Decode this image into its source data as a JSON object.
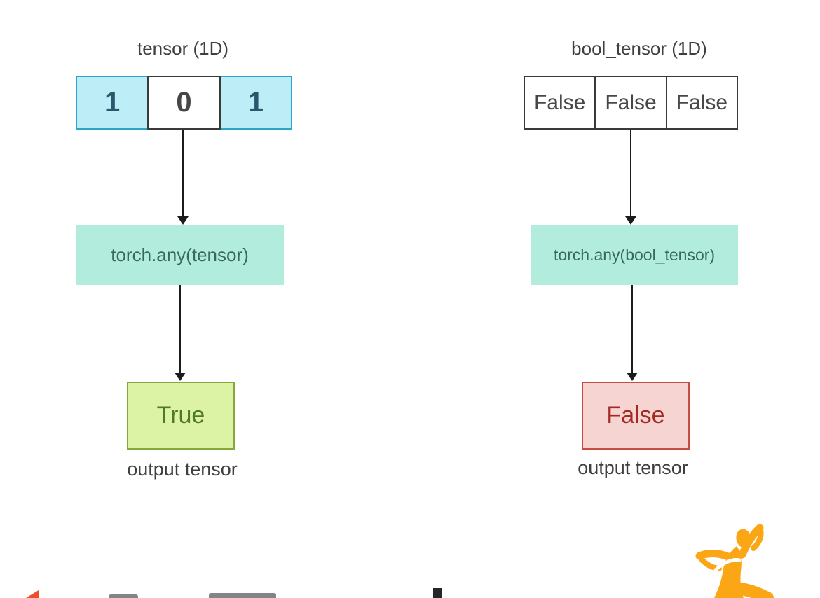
{
  "colors": {
    "cyan_cell_bg": "#bdeef8",
    "cyan_cell_border": "#2ba6c6",
    "cyan_cell_text": "#2c566c",
    "white_cell_border": "#3a3a3a",
    "white_cell_text": "#474747",
    "op_bg": "#b2ecdc",
    "op_text": "#37685c",
    "true_bg": "#dcf2a4",
    "true_border": "#85aa3b",
    "true_text": "#4e7a28",
    "false_bg": "#f6d4d2",
    "false_border": "#c94c42",
    "false_text": "#a32a21",
    "label_text": "#3f3f3f",
    "arrow": "#1c1c1c",
    "pytorch_orange": "#ee4c2c",
    "mascot_gold": "#fba614",
    "logo_gray": "#848484",
    "logo_dark": "#262626"
  },
  "diagrams": [
    {
      "title": "tensor (1D)",
      "cells": [
        {
          "value": "1",
          "highlighted": true
        },
        {
          "value": "0",
          "highlighted": false
        },
        {
          "value": "1",
          "highlighted": true
        }
      ],
      "operation": "torch.any(tensor)",
      "result": "True",
      "result_type": "true",
      "output_label": "output tensor"
    },
    {
      "title": "bool_tensor (1D)",
      "cells": [
        {
          "value": "False",
          "highlighted": false
        },
        {
          "value": "False",
          "highlighted": false
        },
        {
          "value": "False",
          "highlighted": false
        }
      ],
      "operation": "torch.any(bool_tensor)",
      "result": "False",
      "result_type": "false",
      "output_label": "output tensor"
    }
  ],
  "footer": {
    "fragments": [
      "pytorch-flame-tip",
      "wordmark-fragment",
      "wordmark-fragment",
      "letter-ascender-fragment"
    ],
    "mascot": "fitness-person-silhouette"
  }
}
